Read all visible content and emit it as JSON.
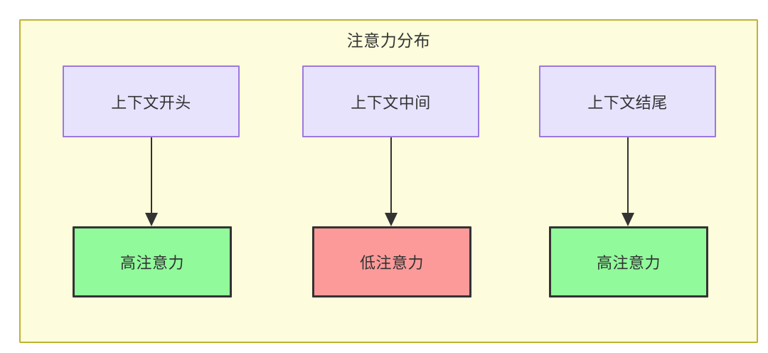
{
  "diagram": {
    "title": "注意力分布",
    "background_color": "#fdfcdc",
    "border_color": "#bdb330",
    "source_fill": "#e7e3fd",
    "source_border": "#9d78e0",
    "high_fill": "#91fa9b",
    "low_fill": "#fc9a9a",
    "node_border": "#333333",
    "edge_color": "#333333",
    "columns": [
      {
        "source_label": "上下文开头",
        "result_label": "高注意力",
        "result_kind": "high"
      },
      {
        "source_label": "上下文中间",
        "result_label": "低注意力",
        "result_kind": "low"
      },
      {
        "source_label": "上下文结尾",
        "result_label": "高注意力",
        "result_kind": "high"
      }
    ]
  }
}
